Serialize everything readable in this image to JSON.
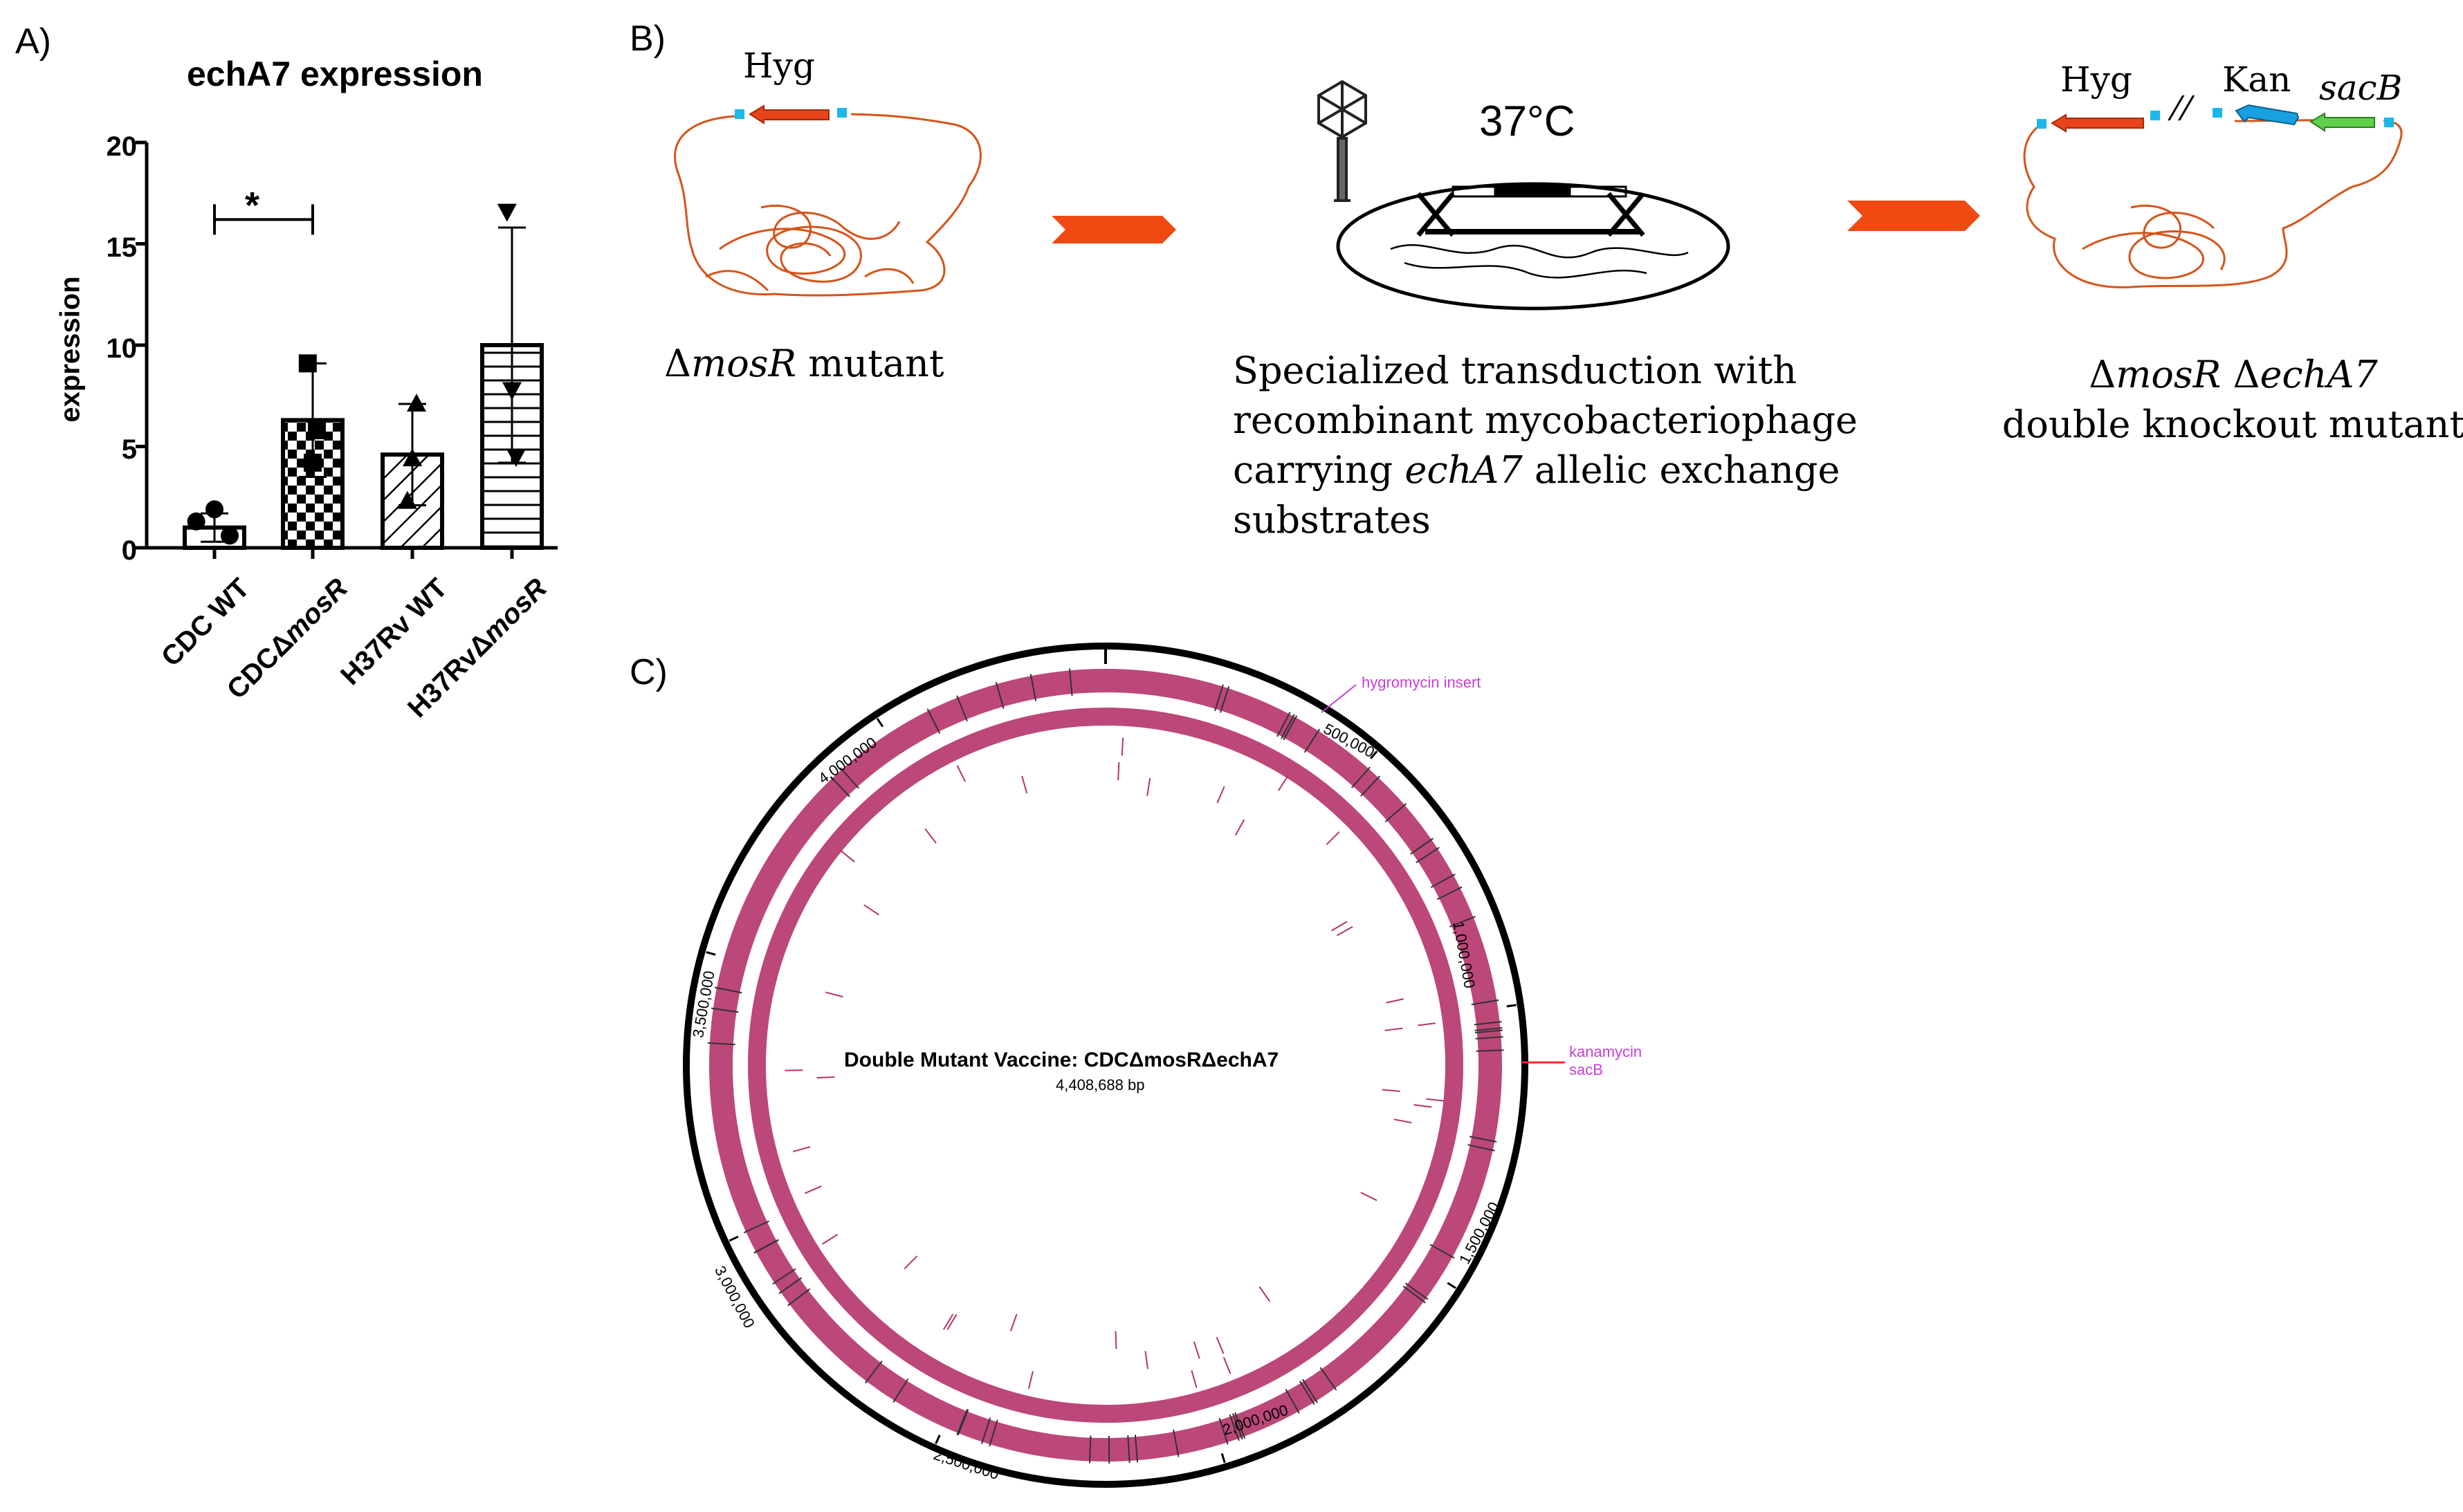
{
  "panels": {
    "a": "A)",
    "b": "B)",
    "c": "C)"
  },
  "chart_data": {
    "type": "bar",
    "title": "echA7 expression",
    "ylabel": "expression",
    "xlabel": "",
    "ylim": [
      0,
      20
    ],
    "yticks": [
      "0",
      "5",
      "10",
      "15",
      "20"
    ],
    "categories": [
      {
        "prefix": "CDC WT",
        "italic": ""
      },
      {
        "prefix": "CDCΔ",
        "italic": "mosR"
      },
      {
        "prefix": "H37Rv WT",
        "italic": ""
      },
      {
        "prefix": "H37RvΔ",
        "italic": "mosR"
      }
    ],
    "values": [
      1.0,
      6.3,
      4.6,
      10.0
    ],
    "errors": [
      0.7,
      2.8,
      2.5,
      5.8
    ],
    "patterns": [
      "white",
      "checker",
      "diagonal",
      "horizontal"
    ],
    "points": [
      [
        1.3,
        0.6,
        1.9
      ],
      [
        9.1,
        5.8,
        4.2
      ],
      [
        2.3,
        7.1,
        4.4
      ],
      [
        16.6,
        4.5,
        7.8
      ]
    ],
    "markers": [
      "circle",
      "square",
      "triangle-up",
      "triangle-down"
    ],
    "significance": {
      "label": "*",
      "from": 0,
      "to": 1
    }
  },
  "panel_b": {
    "step1": {
      "gene": "Hyg",
      "caption_prefix": "Δ",
      "caption_italic": "mosR",
      "caption_suffix": " mutant"
    },
    "step2": {
      "temperature": "37°C",
      "line1": "Specialized transduction with",
      "line2": "recombinant mycobacteriophage",
      "line3_prefix": "carrying ",
      "line3_italic": "echA7",
      "line3_suffix": " allelic exchange",
      "line4": "substrates"
    },
    "step3": {
      "gene1": "Hyg",
      "break_mark": "//",
      "gene2": "Kan",
      "gene3": "sacB",
      "caption1_a": "Δ",
      "caption1_b": "mosR",
      "caption1_c": " Δ",
      "caption1_d": "echA7",
      "caption2": "double knockout mutant"
    },
    "colors": {
      "arrow": "#f04a12",
      "hyg": "#e8431a",
      "kan": "#19a0e0",
      "sacb": "#5fd14a",
      "marker": "#1bb8ec",
      "dna": "#d4541a"
    }
  },
  "panel_c": {
    "title": "Double Mutant Vaccine: CDCΔmosRΔechA7",
    "size": "4,408,688 bp",
    "ticks": [
      "500,000",
      "1,000,000",
      "1,500,000",
      "2,000,000",
      "2,500,000",
      "3,000,000",
      "3,500,000",
      "4,000,000"
    ],
    "annotation1": "hygromycin insert",
    "annotation2a": "kanamycin",
    "annotation2b": "sacB",
    "colors": {
      "track": "#b5336a",
      "annotation": "#c43fd6",
      "insert_line": "#ff2a2a"
    }
  }
}
